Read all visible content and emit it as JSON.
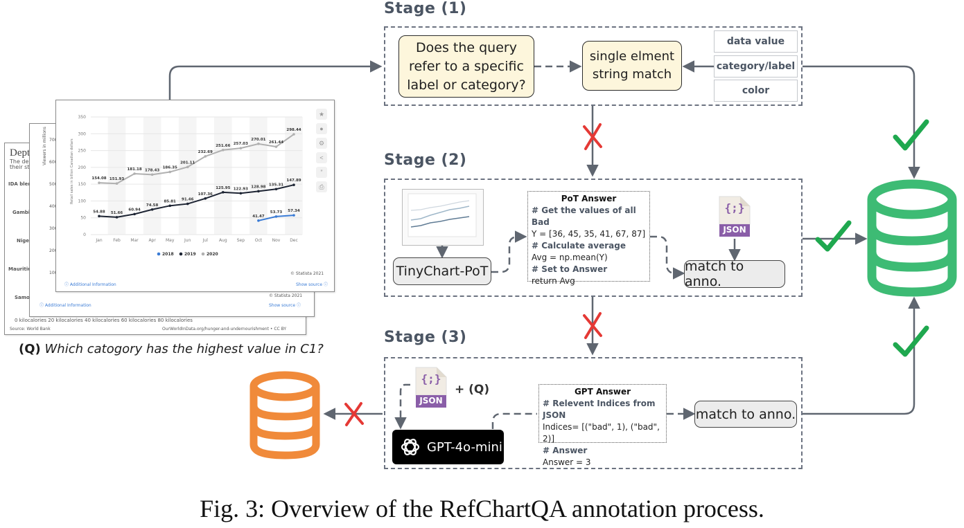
{
  "stages": {
    "s1_title": "Stage (1)",
    "s2_title": "Stage (2)",
    "s3_title": "Stage (3)"
  },
  "stage1": {
    "query_box_line1": "Does the query",
    "query_box_line2": "refer to a specific",
    "query_box_line3": "label or category?",
    "match_box_line1": "single elment",
    "match_box_line2": "string match",
    "attributes": [
      "data value",
      "category/label",
      "color"
    ]
  },
  "stage2": {
    "model_label": "TinyChart-PoT",
    "code_title": "PoT Answer",
    "code_lines": [
      {
        "text": "# Get the values of all Bad",
        "comment": true
      },
      {
        "text": "Y = [36, 45, 35, 41, 67, 87]",
        "comment": false
      },
      {
        "text": "# Calculate average",
        "comment": true
      },
      {
        "text": "Avg = np.mean(Y)",
        "comment": false
      },
      {
        "text": "# Set to Answer",
        "comment": true
      },
      {
        "text": "return Avg",
        "comment": false
      }
    ],
    "json_label": "JSON",
    "json_glyph": "{;}",
    "match_label": "match to anno."
  },
  "stage3": {
    "json_label": "JSON",
    "json_glyph": "{;}",
    "plus_q": "+ (Q)",
    "model_label": "GPT-4o-mini",
    "code_title": "GPT Answer",
    "code_lines": [
      {
        "text": "# Relevent Indices from JSON",
        "comment": true
      },
      {
        "text": "Indices= [(\"bad\", 1), (\"bad\", 2)]",
        "comment": false
      },
      {
        "text": "# Answer",
        "comment": true
      },
      {
        "text": "Answer = 3",
        "comment": false
      }
    ],
    "match_label": "match to anno."
  },
  "question": {
    "prefix": "(Q)",
    "text": "Which catogory has the highest value in C1?"
  },
  "caption": "Fig. 3: Overview of the RefChartQA annotation process.",
  "colors": {
    "db_green": "#3dbb74",
    "db_orange": "#f08a3a",
    "check_green": "#1fa84f",
    "cross_red": "#e53935",
    "arrow_grey": "#5f6670",
    "json_purple": "#8a5ea8"
  },
  "front_chart": {
    "y_ticks": [
      "350",
      "300",
      "250",
      "200",
      "150",
      "100",
      "50",
      "0"
    ],
    "months": [
      "Jan",
      "Feb",
      "Mar",
      "Apr",
      "May",
      "Jun",
      "Jul",
      "Aug",
      "Sep",
      "Oct",
      "Nov",
      "Dec"
    ],
    "y_axis_label": "Retail sales in billion Canadian dollars",
    "series": [
      {
        "name": "2020",
        "color": "#b0b0b0",
        "values": [
          154.08,
          151.93,
          181.18,
          178.43,
          186.35,
          201.11,
          232.69,
          251.66,
          257.03,
          270.01,
          261.44,
          298.44
        ]
      },
      {
        "name": "2019",
        "color": "#1d2433",
        "values": [
          54.88,
          51.66,
          60.94,
          74.58,
          85.81,
          91.46,
          107.36,
          125.95,
          122.93,
          128.98,
          135.31,
          147.89
        ]
      },
      {
        "name": "2018",
        "color": "#3a7bd5",
        "values": [
          null,
          null,
          null,
          null,
          null,
          null,
          null,
          null,
          null,
          41.47,
          53.73,
          57.34
        ]
      }
    ],
    "legend": [
      "2018",
      "2019",
      "2020"
    ],
    "credit": "© Statista 2021",
    "additional_info": "Additional Information",
    "show_source": "Show source"
  },
  "middle_chart": {
    "y_ticks": [
      "700",
      "600",
      "500",
      "400",
      "300",
      "200",
      "100"
    ],
    "y_axis_label": "Viewers in millions",
    "credit": "© Statista 2021",
    "additional_info": "Additional Information",
    "show_source": "Show source"
  },
  "back_chart": {
    "title": "Depth",
    "subtitle_line1": "The depth",
    "subtitle_line2": "their statu",
    "countries": [
      "IDA blend",
      "Gambia",
      "Niger",
      "Mauritius",
      "Samoa"
    ],
    "x_axis": "0 kilocalories   20 kilocalories   40 kilocalories   60 kilocalories   80 kilocalories",
    "source_left": "Source: World Bank",
    "source_right": "OurWorldInData.org/hunger-and-undernourishment • CC BY"
  }
}
